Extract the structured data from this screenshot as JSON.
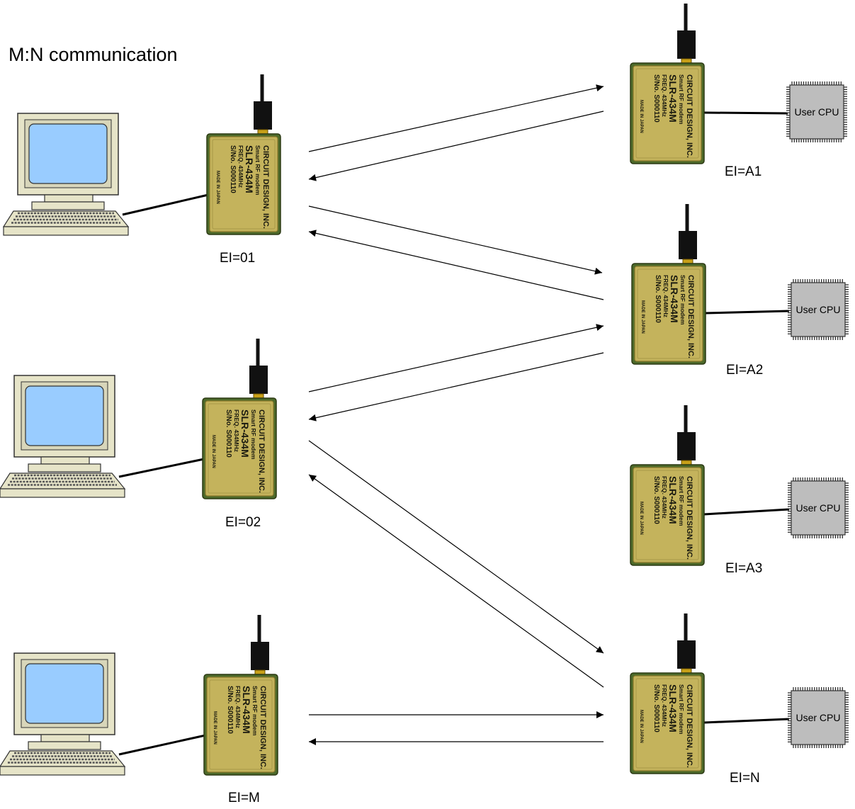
{
  "title": "M:N communication",
  "modem": {
    "brand": "CIRCUIT DESIGN, INC.",
    "subtitle": "Smart RF modem",
    "model": "SLR-434M",
    "freq": "FREQ. 434MHz",
    "serial": "S/No. S000110",
    "origin": "MADE IN JAPAN"
  },
  "cpu_label": "User CPU",
  "masters": [
    {
      "id": "m1",
      "ei": "EI=01"
    },
    {
      "id": "m2",
      "ei": "EI=02"
    },
    {
      "id": "m3",
      "ei": "EI=M"
    }
  ],
  "slaves": [
    {
      "id": "s1",
      "ei": "EI=A1"
    },
    {
      "id": "s2",
      "ei": "EI=A2"
    },
    {
      "id": "s3",
      "ei": "EI=A3"
    },
    {
      "id": "s4",
      "ei": "EI=N"
    }
  ],
  "links": [
    {
      "from": "m1",
      "to": "s1"
    },
    {
      "from": "s1",
      "to": "m1"
    },
    {
      "from": "m1",
      "to": "s2"
    },
    {
      "from": "s2",
      "to": "m1"
    },
    {
      "from": "m2",
      "to": "s2"
    },
    {
      "from": "s2",
      "to": "m2"
    },
    {
      "from": "m2",
      "to": "s4"
    },
    {
      "from": "s4",
      "to": "m2"
    },
    {
      "from": "m3",
      "to": "s4"
    },
    {
      "from": "s4",
      "to": "m3"
    }
  ],
  "colors": {
    "screen": "#99ccff",
    "computer_body": "#e6e4c8",
    "modem_board": "#c4b35c",
    "chip_body": "#bdbdbd",
    "antenna": "#111111",
    "arrow": "#000000"
  }
}
